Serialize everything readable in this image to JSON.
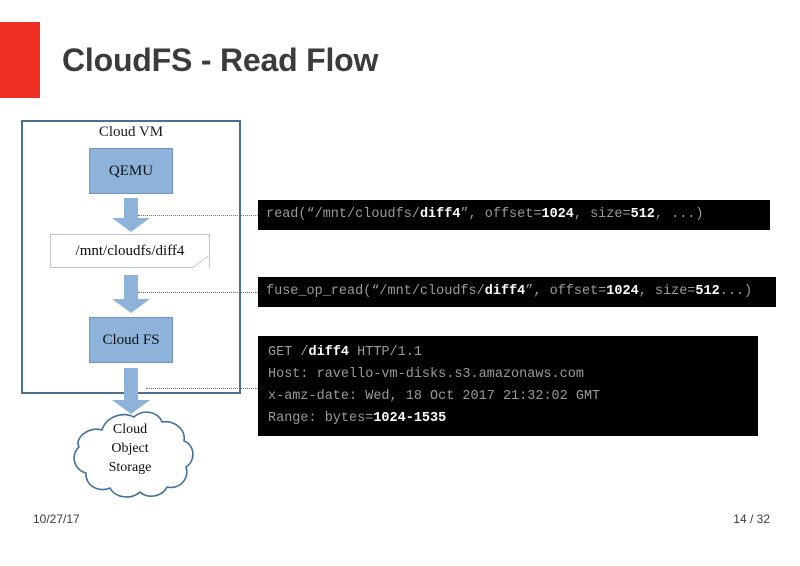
{
  "slide": {
    "title": "CloudFS - Read Flow",
    "accent_color": "#ee3124"
  },
  "diagram": {
    "vm_label": "Cloud VM",
    "qemu_label": "QEMU",
    "path_note_label": "/mnt/cloudfs/diff4",
    "cloudfs_label": "Cloud FS",
    "cloud_lines": [
      "Cloud",
      "Object",
      "Storage"
    ],
    "box_fill": "#8db3da",
    "box_border": "#7394b8",
    "vm_border": "#4a708f"
  },
  "code": {
    "read_call": {
      "segments": [
        {
          "text": "read(“/mnt/cloudfs/",
          "bold": false
        },
        {
          "text": "diff4",
          "bold": true
        },
        {
          "text": "”, offset=",
          "bold": false
        },
        {
          "text": "1024",
          "bold": true
        },
        {
          "text": ", size=",
          "bold": false
        },
        {
          "text": "512",
          "bold": true
        },
        {
          "text": ", ...)",
          "bold": false
        }
      ]
    },
    "fuse_call": {
      "segments": [
        {
          "text": "fuse_op_read(“/mnt/cloudfs/",
          "bold": false
        },
        {
          "text": "diff4",
          "bold": true
        },
        {
          "text": "”, offset=",
          "bold": false
        },
        {
          "text": "1024",
          "bold": true
        },
        {
          "text": ", size=",
          "bold": false
        },
        {
          "text": "512",
          "bold": true
        },
        {
          "text": "...)",
          "bold": false
        }
      ]
    },
    "http_request": {
      "lines": [
        [
          {
            "text": "GET /",
            "bold": false
          },
          {
            "text": "diff4",
            "bold": true
          },
          {
            "text": " HTTP/1.1",
            "bold": false
          }
        ],
        [
          {
            "text": "Host: ravello-vm-disks.s3.amazonaws.com",
            "bold": false
          }
        ],
        [
          {
            "text": "x-amz-date: Wed, 18 Oct 2017 21:32:02 GMT",
            "bold": false
          }
        ],
        [
          {
            "text": "Range: bytes=",
            "bold": false
          },
          {
            "text": "1024-1535",
            "bold": true
          }
        ]
      ]
    }
  },
  "footer": {
    "date": "10/27/17",
    "page": "14 / 32"
  }
}
